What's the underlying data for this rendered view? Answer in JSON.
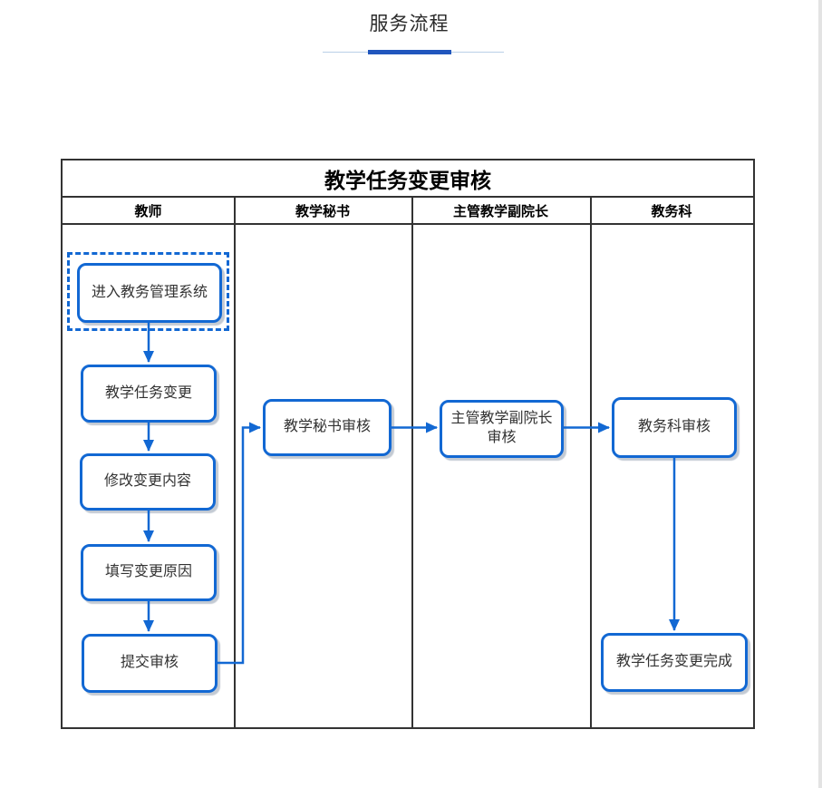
{
  "page": {
    "title": "服务流程"
  },
  "colors": {
    "accent_blue": "#1268d3",
    "underline_dark": "#2156bd",
    "underline_light": "#b9cfe8",
    "table_border": "#333333",
    "node_text": "#333333"
  },
  "diagram": {
    "title": "教学任务变更审核",
    "lanes": [
      "教师",
      "教学秘书",
      "主管教学副院长",
      "教务科"
    ],
    "nodes": {
      "enter_system": "进入教务管理系统",
      "task_change": "教学任务变更",
      "modify_content": "修改变更内容",
      "fill_reason": "填写变更原因",
      "submit_review": "提交审核",
      "secretary_review": "教学秘书审核",
      "vice_dean_review": "主管教学副院长审核",
      "academic_review": "教务科审核",
      "change_complete": "教学任务变更完成"
    }
  }
}
